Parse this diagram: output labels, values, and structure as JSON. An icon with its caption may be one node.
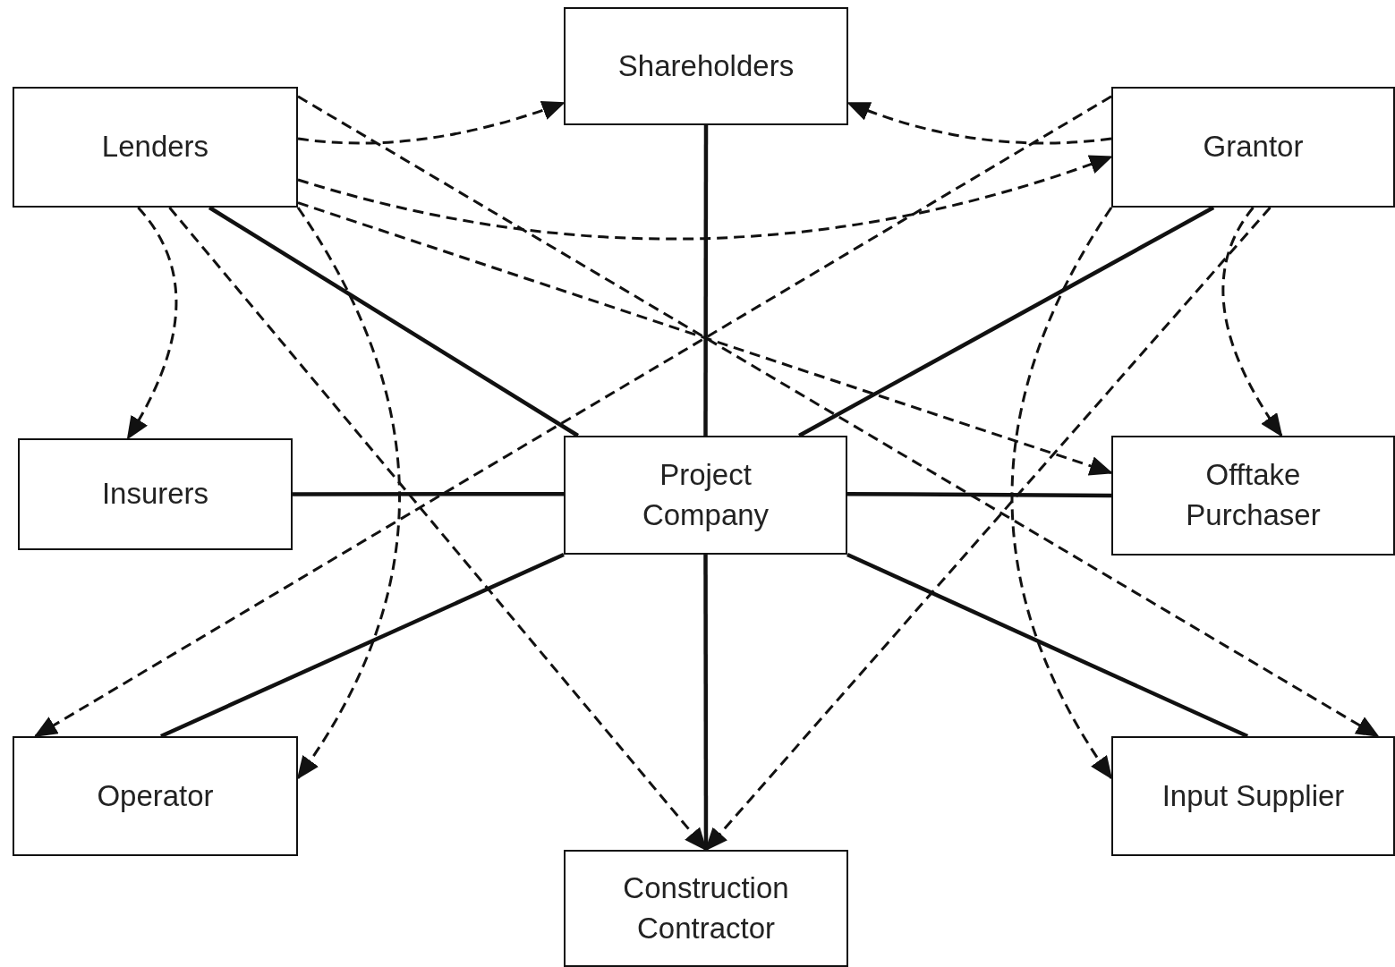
{
  "diagram": {
    "nodes": [
      {
        "text": [
          "Shareholders"
        ]
      },
      {
        "text": [
          "Lenders"
        ]
      },
      {
        "text": [
          "Grantor"
        ]
      },
      {
        "text": [
          "Insurers"
        ]
      },
      {
        "text": [
          "Project Company"
        ]
      },
      {
        "text": [
          "Offtake Purchaser"
        ]
      },
      {
        "text": [
          "Operator"
        ]
      },
      {
        "text": [
          "Input Supplier"
        ]
      },
      {
        "text": [
          "Construction Contractor"
        ]
      }
    ],
    "edges": [
      {
        "from": 4,
        "to": 0,
        "arrow": "none"
      },
      {
        "from": 4,
        "to": 1,
        "arrow": "none"
      },
      {
        "from": 4,
        "to": 2,
        "arrow": "none"
      },
      {
        "from": 4,
        "to": 3,
        "arrow": "none"
      },
      {
        "from": 4,
        "to": 5,
        "arrow": "none"
      },
      {
        "from": 4,
        "to": 6,
        "arrow": "none"
      },
      {
        "from": 4,
        "to": 7,
        "arrow": "none"
      },
      {
        "from": 4,
        "to": 8,
        "arrow": "none"
      },
      {
        "from": 1,
        "to": 0,
        "arrow": "to",
        "style": "dashed"
      },
      {
        "from": 1,
        "to": 2,
        "arrow": "to",
        "style": "dashed"
      },
      {
        "from": 1,
        "to": 7,
        "arrow": "to",
        "style": "dashed"
      },
      {
        "from": 1,
        "to": 5,
        "arrow": "to",
        "style": "dashed"
      },
      {
        "from": 1,
        "to": 3,
        "arrow": "to",
        "style": "dashed"
      },
      {
        "from": 1,
        "to": 8,
        "arrow": "to",
        "style": "dashed"
      },
      {
        "from": 1,
        "to": 6,
        "arrow": "to",
        "style": "dashed"
      },
      {
        "from": 2,
        "to": 0,
        "arrow": "to",
        "style": "dashed"
      },
      {
        "from": 2,
        "to": 6,
        "arrow": "to",
        "style": "dashed"
      },
      {
        "from": 2,
        "to": 5,
        "arrow": "to",
        "style": "dashed"
      },
      {
        "from": 2,
        "to": 8,
        "arrow": "to",
        "style": "dashed"
      },
      {
        "from": 2,
        "to": 7,
        "arrow": "to",
        "style": "dashed"
      }
    ]
  }
}
